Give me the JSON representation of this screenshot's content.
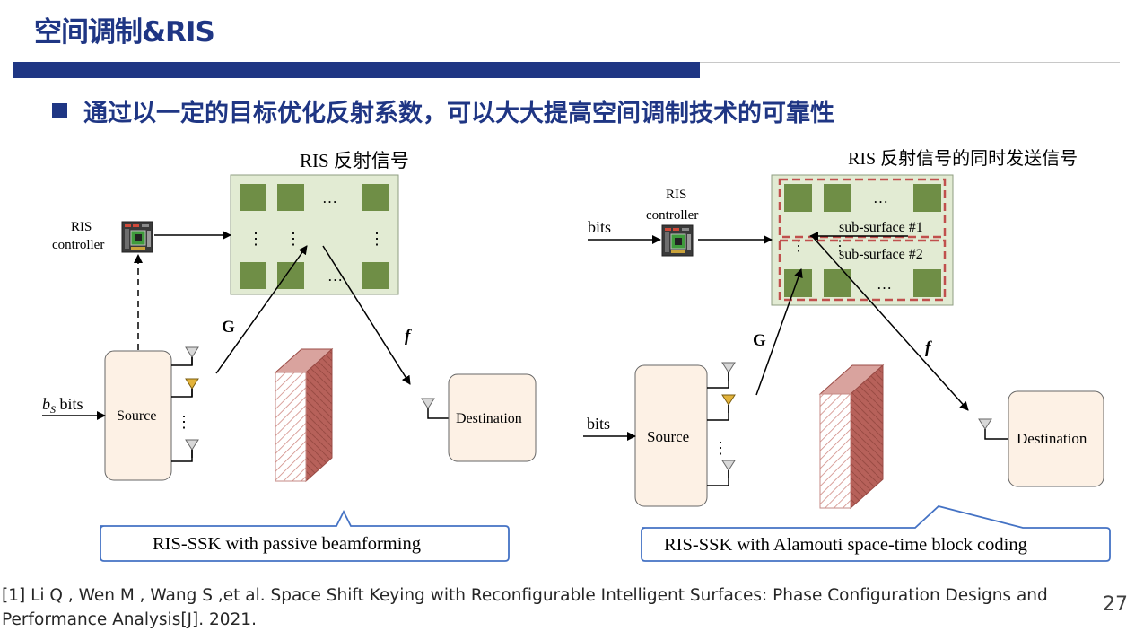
{
  "slide": {
    "title": "空间调制&RIS",
    "bullet": "通过以一定的目标优化反射系数，可以大大提高空间调制技术的可靠性",
    "page_number": "27"
  },
  "left_figure": {
    "ris_label": "RIS 反射信号",
    "controller_label_line1": "RIS",
    "controller_label_line2": "controller",
    "input_bits_prefix": "b",
    "input_bits_subscript": "S",
    "input_bits_suffix": " bits",
    "source_label": "Source",
    "destination_label": "Destination",
    "channel_g_label": "G",
    "channel_f_label": "f",
    "caption": "RIS-SSK with passive beamforming"
  },
  "right_figure": {
    "ris_label": "RIS 反射信号的同时发送信号",
    "controller_label_line1": "RIS",
    "controller_label_line2": "controller",
    "bits_label_top": "bits",
    "bits_label_left": "bits",
    "subsurface1_label": "sub-surface #1",
    "subsurface2_label": "sub-surface #2",
    "source_label": "Source",
    "destination_label": "Destination",
    "channel_g_label": "G",
    "channel_f_label": "f",
    "caption": "RIS-SSK with Alamouti space-time block coding"
  },
  "reference": {
    "text": "[1] Li Q , Wen M , Wang S ,et al. Space Shift Keying with Reconfigurable Intelligent Surfaces: Phase Configuration Designs and Performance Analysis[J]. 2021."
  },
  "colors": {
    "brand_navy": "#1f3684",
    "ris_panel_fill": "#e2ebd3",
    "ris_element": "#6f8e46",
    "box_fill": "#fdf1e5",
    "wall_red": "#b7615a",
    "antenna_gold": "#e3b33a",
    "subsurface_dash": "#c0504d",
    "callout_border": "#4472c4"
  },
  "ellipsis": "…",
  "vdots": "⋮"
}
